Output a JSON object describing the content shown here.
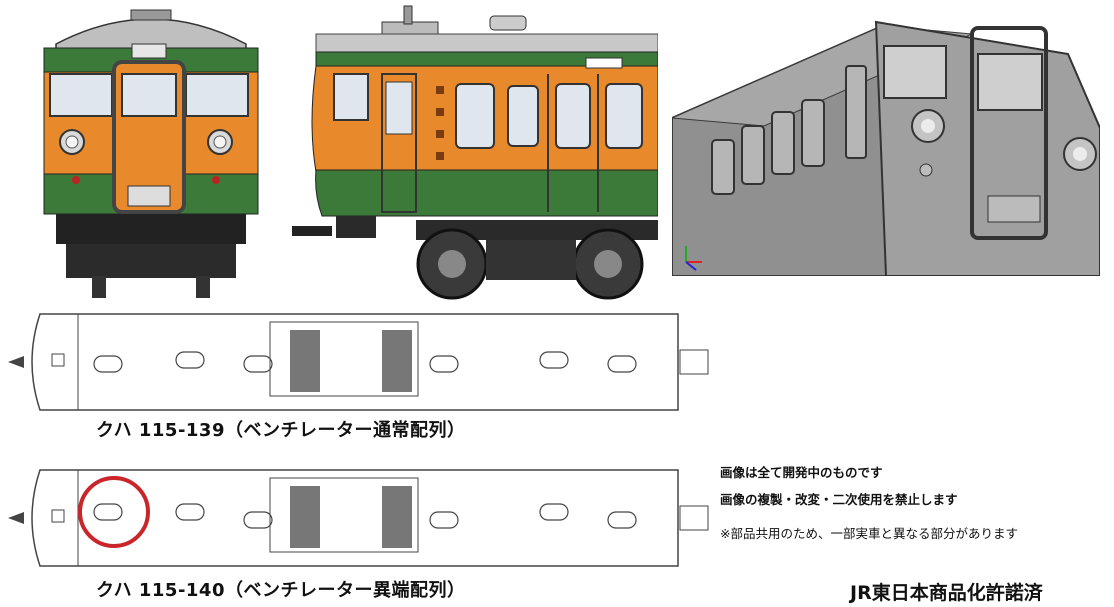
{
  "captions": {
    "car_139": "クハ 115-139（ベンチレーター通常配列）",
    "car_140": "クハ 115-140（ベンチレーター異端配列）"
  },
  "notes": {
    "line1": "画像は全て開発中のものです",
    "line2": "画像の複製・改変・二次使用を禁止します",
    "line3": "※部品共用のため、一部実車と異なる部分があります"
  },
  "license": "JR東日本商品化許諾済",
  "colors": {
    "livery_orange": "#e8892b",
    "livery_green": "#3c7a3a",
    "cad_gray": "#8f8f8f",
    "highlight_red": "#c8262b"
  },
  "icons": [
    "train-front-view",
    "train-side-view",
    "train-3d-render",
    "roof-plan-view",
    "axis-gizmo-icon",
    "highlight-circle"
  ]
}
